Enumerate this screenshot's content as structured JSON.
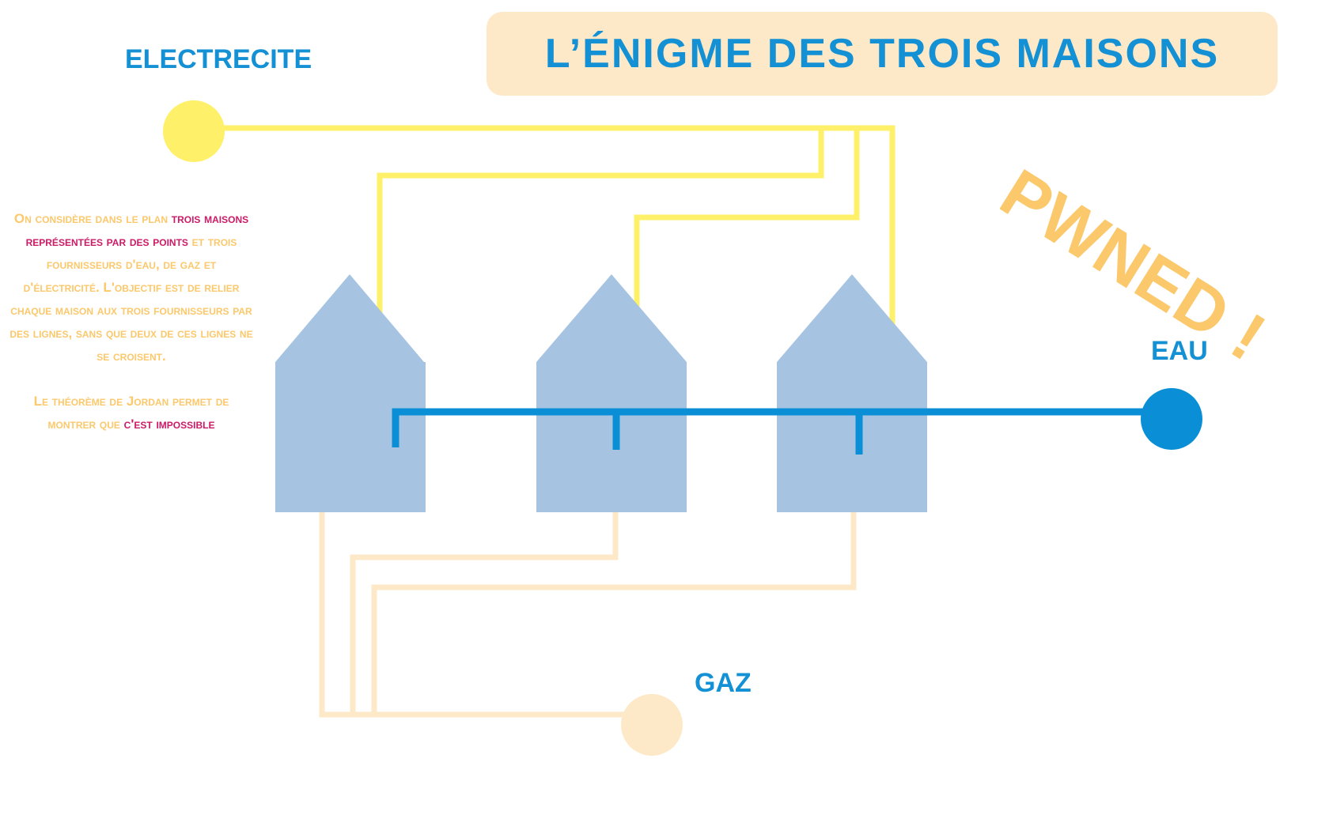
{
  "title": "L’ÉNIGME DES TROIS MAISONS",
  "stamp": "PWNED !",
  "suppliers": {
    "electricity": {
      "label": "ELECTRECITE",
      "color": "#fff06a"
    },
    "water": {
      "label": "EAU",
      "color": "#0a8fd6"
    },
    "gas": {
      "label": "GAZ",
      "color": "#fde9c7"
    }
  },
  "houses": {
    "count": 3,
    "color": "#a6c4e2"
  },
  "description": {
    "paragraph1": {
      "part1": "On considère dans le plan",
      "part2": "trois maisons représentées par des points",
      "part3": "et trois fournisseurs d'eau, de gaz et d'électricité. L'objectif est de relier chaque maison aux trois fournisseurs par des lignes, sans que deux de ces lignes ne se croisent."
    },
    "paragraph2": {
      "part1": "Le théorème de Jordan permet de montrer que",
      "part2": "c'est impossible"
    }
  },
  "colors": {
    "title_background": "#fde9c7",
    "title_text": "#1490d4",
    "stamp": "#fbc86c",
    "text_main": "#fbc86c",
    "text_highlight": "#cc1a66"
  }
}
